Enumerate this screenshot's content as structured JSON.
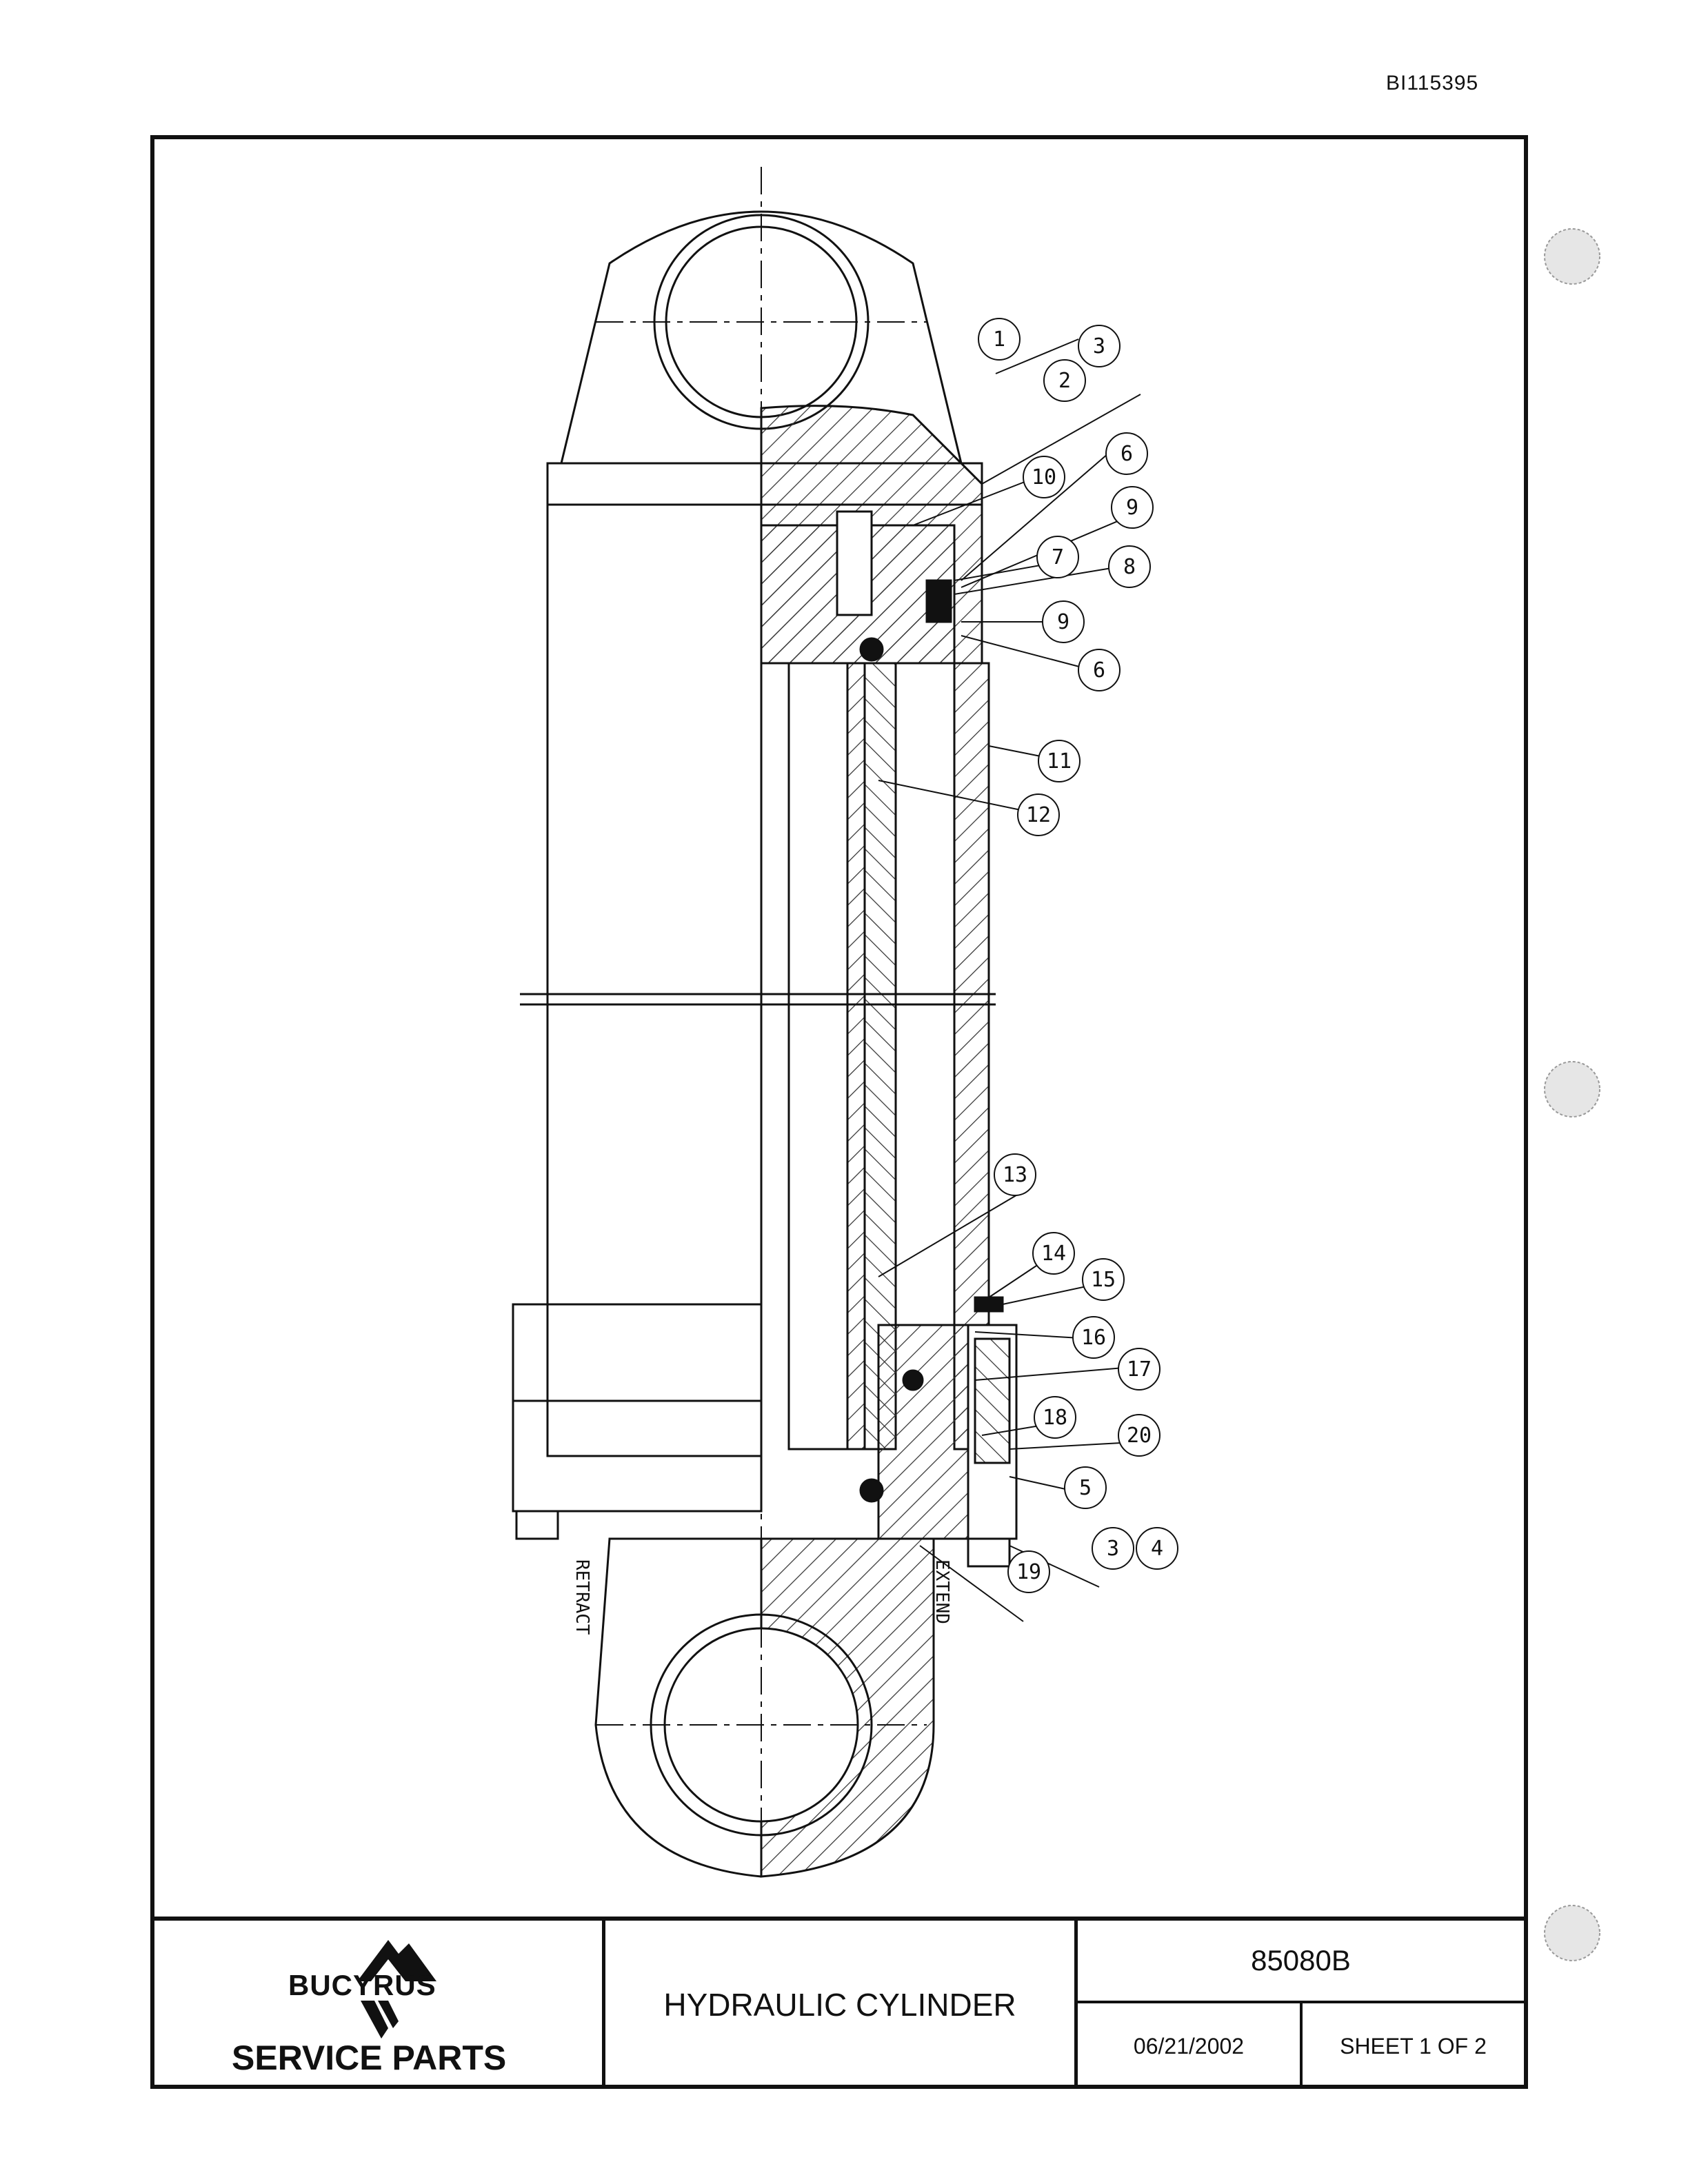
{
  "document_id": "BI115395",
  "callouts": {
    "c1": "1",
    "c2": "2",
    "c3": "3",
    "c6a": "6",
    "c9a": "9",
    "c10": "10",
    "c7": "7",
    "c8": "8",
    "c9b": "9",
    "c6b": "6",
    "c11": "11",
    "c12": "12",
    "c13": "13",
    "c14": "14",
    "c15": "15",
    "c16": "16",
    "c17": "17",
    "c18": "18",
    "c20": "20",
    "c5": "5",
    "c3b": "3",
    "c4": "4",
    "c19": "19"
  },
  "port_labels": {
    "retract": "RETRACT",
    "extend": "EXTEND"
  },
  "title_block": {
    "brand": "BUCYRUS",
    "service": "SERVICE PARTS",
    "title": "HYDRAULIC CYLINDER",
    "drawing_number": "85080B",
    "date": "06/21/2002",
    "sheet": "SHEET 1 OF 2"
  },
  "colors": {
    "ink": "#111111",
    "paper": "#ffffff",
    "hatch": "#333333"
  }
}
